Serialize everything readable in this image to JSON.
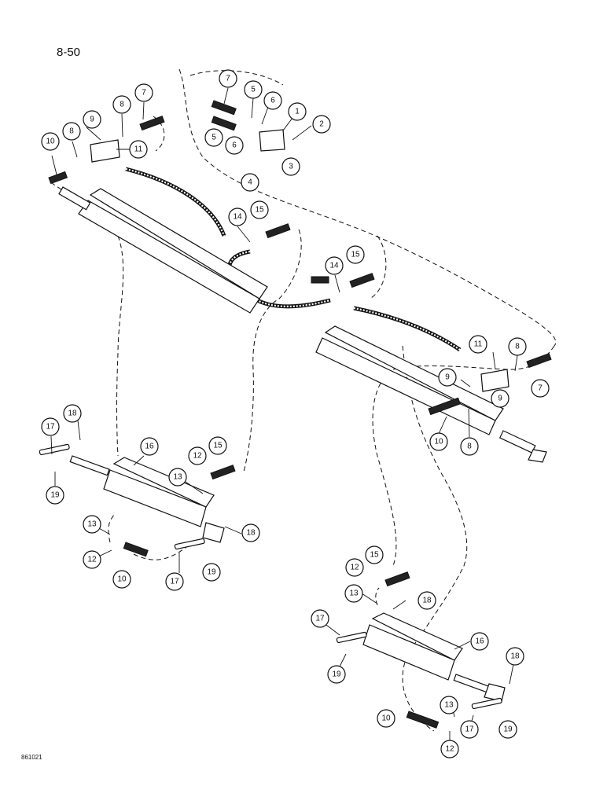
{
  "page_number": "8-50",
  "doc_code": "861021",
  "callouts": [
    {
      "label": "7"
    },
    {
      "label": "5"
    },
    {
      "label": "6"
    },
    {
      "label": "1"
    },
    {
      "label": "2"
    },
    {
      "label": "5"
    },
    {
      "label": "6"
    },
    {
      "label": "3"
    },
    {
      "label": "4"
    },
    {
      "label": "8"
    },
    {
      "label": "7"
    },
    {
      "label": "9"
    },
    {
      "label": "10"
    },
    {
      "label": "8"
    },
    {
      "label": "11"
    },
    {
      "label": "14"
    },
    {
      "label": "15"
    },
    {
      "label": "14"
    },
    {
      "label": "15"
    },
    {
      "label": "11"
    },
    {
      "label": "8"
    },
    {
      "label": "9"
    },
    {
      "label": "9"
    },
    {
      "label": "7"
    },
    {
      "label": "10"
    },
    {
      "label": "8"
    },
    {
      "label": "17"
    },
    {
      "label": "18"
    },
    {
      "label": "16"
    },
    {
      "label": "19"
    },
    {
      "label": "12"
    },
    {
      "label": "15"
    },
    {
      "label": "13"
    },
    {
      "label": "13"
    },
    {
      "label": "12"
    },
    {
      "label": "10"
    },
    {
      "label": "17"
    },
    {
      "label": "19"
    },
    {
      "label": "18"
    },
    {
      "label": "12"
    },
    {
      "label": "15"
    },
    {
      "label": "13"
    },
    {
      "label": "18"
    },
    {
      "label": "17"
    },
    {
      "label": "16"
    },
    {
      "label": "19"
    },
    {
      "label": "18"
    },
    {
      "label": "13"
    },
    {
      "label": "10"
    },
    {
      "label": "17"
    },
    {
      "label": "19"
    },
    {
      "label": "12"
    }
  ]
}
